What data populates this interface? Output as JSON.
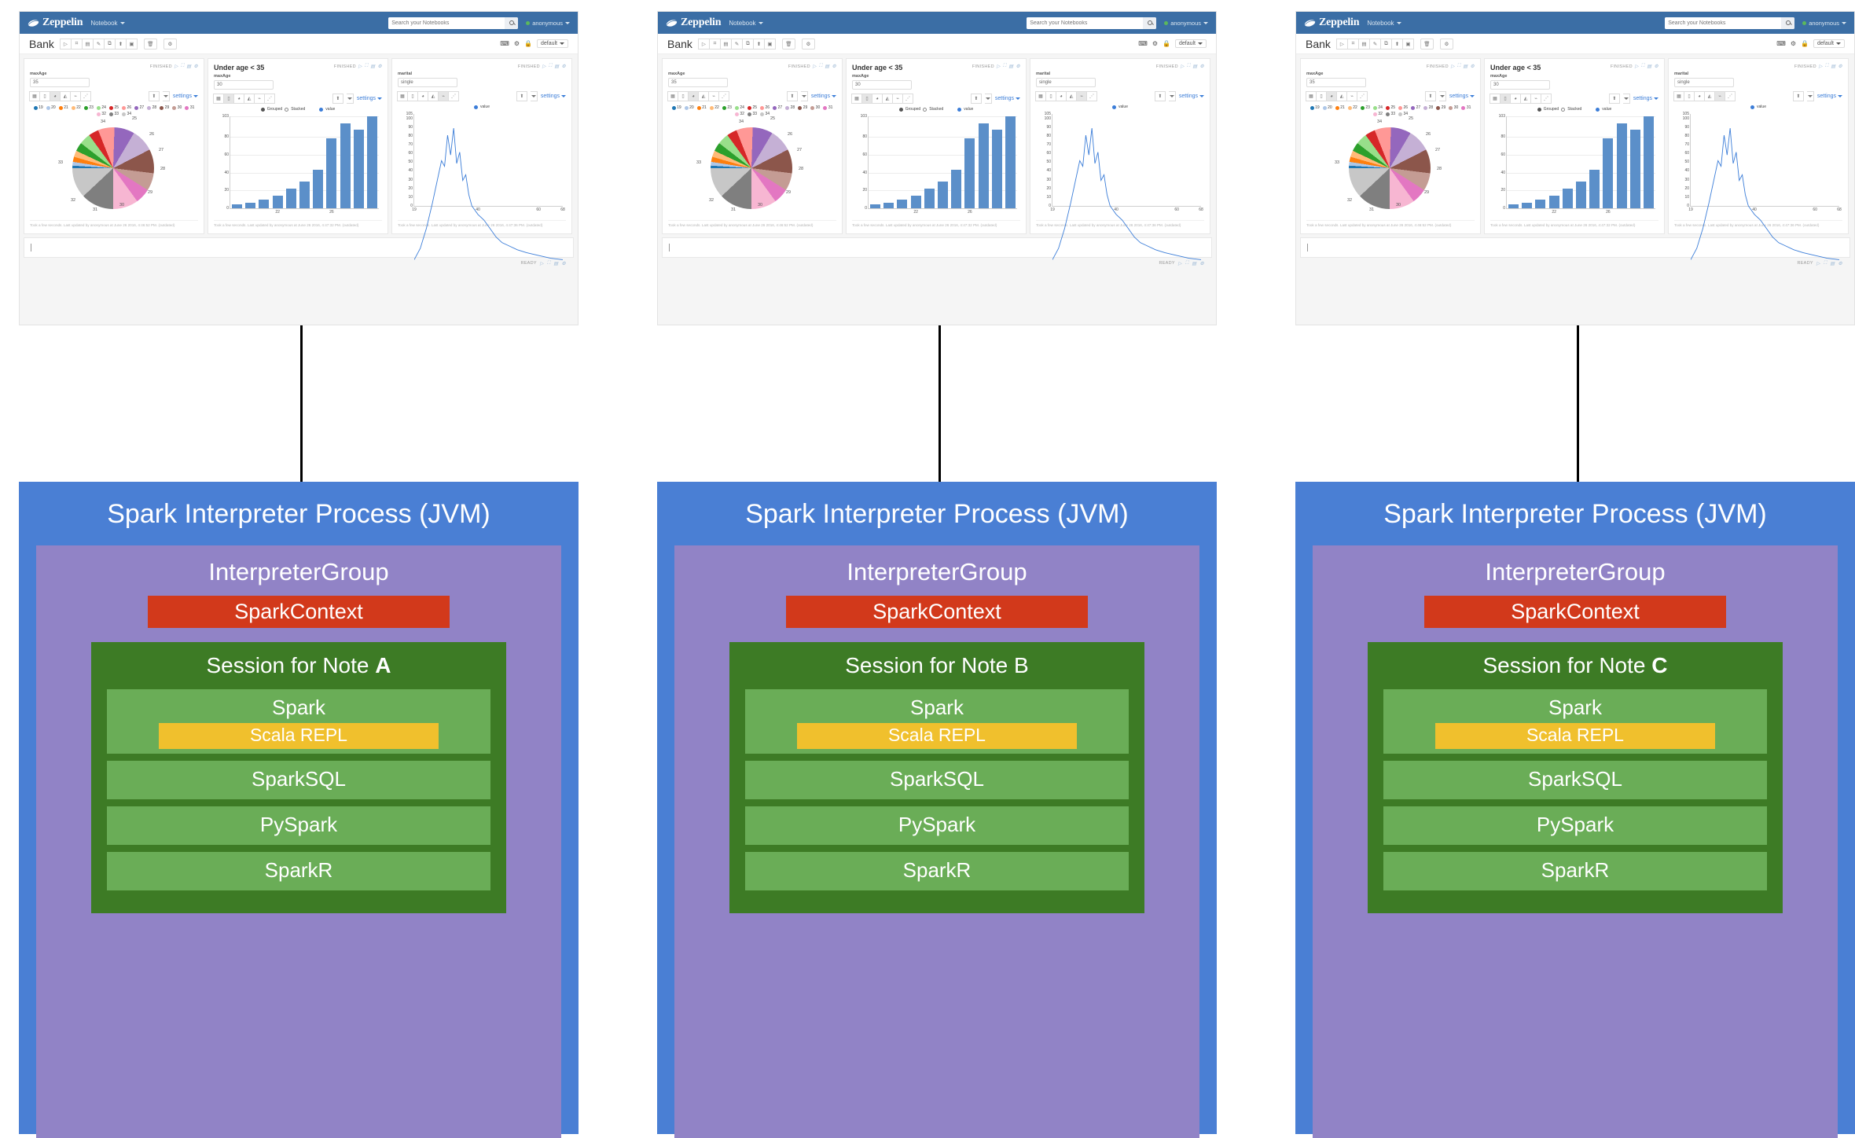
{
  "zeppelin": {
    "brand": "Zeppelin",
    "nav_menu": "Notebook",
    "search_placeholder": "Search your Notebooks",
    "user": "anonymous",
    "note_name": "Bank",
    "interpreter_binding": "default",
    "toolbar_icons": [
      "run-all-icon",
      "show-hide-code-icon",
      "show-hide-output-icon",
      "clear-output-icon",
      "clone-note-icon",
      "export-note-icon",
      "version-control-icon"
    ],
    "toolbar_lone_icons": [
      "trash-icon",
      "settings-icon"
    ],
    "toolbar_right_icons": [
      "keyboard-shortcut-icon",
      "gear-icon",
      "lock-icon"
    ],
    "new_paragraph_placeholder": "",
    "note_status": "READY",
    "paragraphs": [
      {
        "title": "",
        "status": "FINISHED",
        "form_label": "maxAge",
        "form_value": "35",
        "viz_type": "pie",
        "viz_buttons": [
          "table-icon",
          "bar-chart-icon",
          "pie-chart-icon",
          "area-chart-icon",
          "line-chart-icon",
          "scatter-chart-icon"
        ],
        "active_viz_index": 2,
        "settings_label": "settings",
        "footer": "Took a few seconds. Last updated by anonymous at June 26 2016, 4:46:52 PM. (outdated)"
      },
      {
        "title": "Under age < 35",
        "status": "FINISHED",
        "form_label": "maxAge",
        "form_value": "30",
        "viz_type": "bar",
        "viz_buttons": [
          "table-icon",
          "bar-chart-icon",
          "pie-chart-icon",
          "area-chart-icon",
          "line-chart-icon",
          "scatter-chart-icon"
        ],
        "active_viz_index": 1,
        "settings_label": "settings",
        "bar_options": [
          "Grouped",
          "Stacked"
        ],
        "bar_selected_option": "Grouped",
        "series_label": "value",
        "footer": "Took a few seconds. Last updated by anonymous at June 26 2016, 4:47:32 PM. (outdated)"
      },
      {
        "title": "",
        "status": "FINISHED",
        "form_label": "marital",
        "form_value": "single",
        "viz_type": "line",
        "viz_buttons": [
          "table-icon",
          "bar-chart-icon",
          "pie-chart-icon",
          "area-chart-icon",
          "line-chart-icon",
          "scatter-chart-icon"
        ],
        "active_viz_index": 4,
        "settings_label": "settings",
        "series_label": "value",
        "footer": "Took a few seconds. Last updated by anonymous at June 26 2016, 4:47:36 PM. (outdated)"
      }
    ]
  },
  "chart_data": [
    {
      "type": "pie",
      "title": "",
      "categories": [
        "19",
        "20",
        "21",
        "22",
        "23",
        "24",
        "25",
        "26",
        "27",
        "28",
        "29",
        "30",
        "31",
        "32",
        "33",
        "34"
      ],
      "values": [
        1.0,
        1.5,
        2.0,
        2.5,
        3.5,
        4.5,
        4.0,
        6.5,
        8.0,
        9.0,
        9.5,
        7.0,
        6.0,
        10.0,
        13.0,
        12.0
      ],
      "colors": [
        "#1f77b4",
        "#aec7e8",
        "#ff7f0e",
        "#ffbb78",
        "#2ca02c",
        "#98df8a",
        "#d62728",
        "#ff9896",
        "#9467bd",
        "#c5b0d5",
        "#8c564b",
        "#c49c94",
        "#e377c2",
        "#f7b6d2",
        "#7f7f7f",
        "#c7c7c7"
      ],
      "legend": "top",
      "labels_shown": [
        "34",
        "33",
        "32",
        "31",
        "30",
        "29",
        "28",
        "27",
        "26",
        "25"
      ]
    },
    {
      "type": "bar",
      "title": "",
      "xlabel": "",
      "ylabel": "",
      "ylim": [
        0,
        103
      ],
      "yticks": [
        0,
        20,
        40,
        60,
        80,
        103
      ],
      "categories": [
        "19",
        "20",
        "21",
        "22",
        "23",
        "24",
        "25",
        "26",
        "27",
        "28",
        "29"
      ],
      "xticks_shown": [
        "22",
        "26"
      ],
      "values": [
        4,
        6,
        10,
        14,
        22,
        30,
        43,
        78,
        95,
        88,
        103
      ],
      "series_name": "value",
      "color": "#5b8fc9",
      "grid": true
    },
    {
      "type": "line",
      "title": "",
      "xlabel": "",
      "ylabel": "",
      "ylim": [
        0,
        105
      ],
      "yticks": [
        0,
        10,
        20,
        30,
        40,
        50,
        60,
        70,
        80,
        90,
        100,
        105
      ],
      "xticks_shown": [
        "19",
        "40",
        "60",
        "68"
      ],
      "x": [
        19,
        21,
        23,
        25,
        27,
        28,
        29,
        30,
        31,
        32,
        33,
        34,
        35,
        36,
        37,
        38,
        40,
        42,
        44,
        46,
        48,
        50,
        53,
        56,
        60,
        64,
        68
      ],
      "values": [
        2,
        10,
        24,
        42,
        62,
        72,
        68,
        90,
        76,
        95,
        70,
        78,
        58,
        62,
        48,
        40,
        34,
        30,
        24,
        18,
        14,
        12,
        9,
        7,
        5,
        3,
        2
      ],
      "series_name": "value",
      "color": "#3b7dd8",
      "grid": false
    }
  ],
  "diagram": {
    "colors": {
      "jvm": "#4a7fd4",
      "interpreter_group": "#9183c6",
      "spark_context": "#d2391b",
      "session": "#3d7b25",
      "module": "#6aad57",
      "repl": "#f0c02d",
      "connector": "#000000"
    },
    "processes": [
      {
        "jvm_title": "Spark Interpreter Process (JVM)",
        "interpreter_group_title": "InterpreterGroup",
        "spark_context_label": "SparkContext",
        "session_title_prefix": "Session for Note ",
        "session_note": "A",
        "session_note_bold": true,
        "modules": [
          "Spark",
          "SparkSQL",
          "PySpark",
          "SparkR"
        ],
        "repl_label": "Scala REPL"
      },
      {
        "jvm_title": "Spark Interpreter Process (JVM)",
        "interpreter_group_title": "InterpreterGroup",
        "spark_context_label": "SparkContext",
        "session_title_prefix": "Session for Note ",
        "session_note": "B",
        "session_note_bold": false,
        "modules": [
          "Spark",
          "SparkSQL",
          "PySpark",
          "SparkR"
        ],
        "repl_label": "Scala REPL"
      },
      {
        "jvm_title": "Spark Interpreter Process (JVM)",
        "interpreter_group_title": "InterpreterGroup",
        "spark_context_label": "SparkContext",
        "session_title_prefix": "Session for Note ",
        "session_note": "C",
        "session_note_bold": true,
        "modules": [
          "Spark",
          "SparkSQL",
          "PySpark",
          "SparkR"
        ],
        "repl_label": "Scala REPL"
      }
    ]
  }
}
